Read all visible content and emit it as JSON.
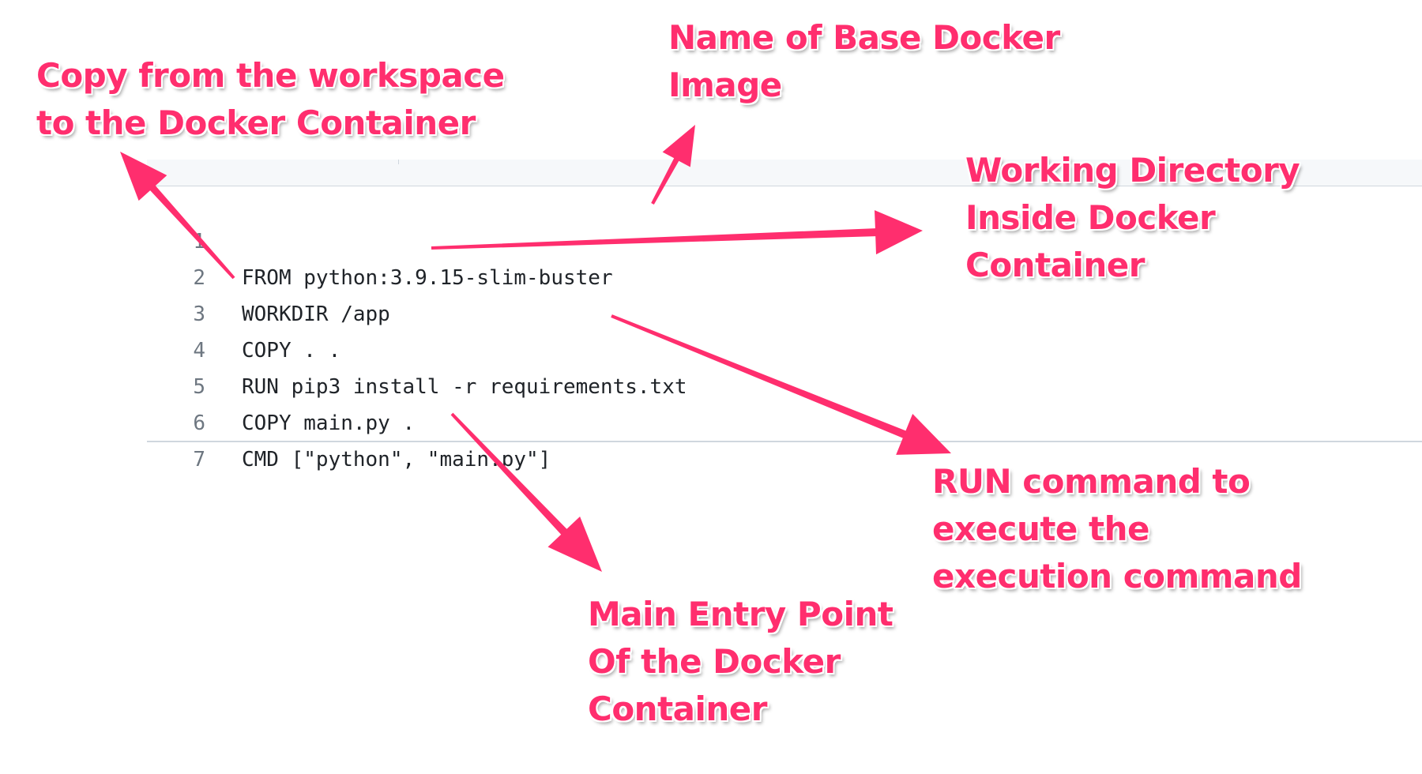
{
  "code": {
    "lines": [
      {
        "num": "1",
        "text": "FROM python:3.9.15-slim-buster"
      },
      {
        "num": "2",
        "text": "WORKDIR /app"
      },
      {
        "num": "3",
        "text": "COPY . ."
      },
      {
        "num": "4",
        "text": "RUN pip3 install -r requirements.txt"
      },
      {
        "num": "5",
        "text": "COPY main.py ."
      },
      {
        "num": "6",
        "text": "CMD [\"python\", \"main.py\"]"
      },
      {
        "num": "7",
        "text": ""
      }
    ]
  },
  "annotations": {
    "copy": [
      "Copy from the workspace",
      "to the Docker Container"
    ],
    "base_image": [
      "Name of Base Docker",
      "Image"
    ],
    "workdir": [
      "Working Directory",
      "Inside Docker",
      "Container"
    ],
    "run": [
      "RUN command to",
      "execute the",
      "execution command"
    ],
    "entry": [
      "Main Entry Point",
      "Of the Docker",
      "Container"
    ]
  },
  "colors": {
    "annotation": "#ff2e6e",
    "code_text": "#1f2328",
    "line_number": "#6e7781",
    "header_bg": "#f6f8fa",
    "border": "#d0d7de"
  }
}
